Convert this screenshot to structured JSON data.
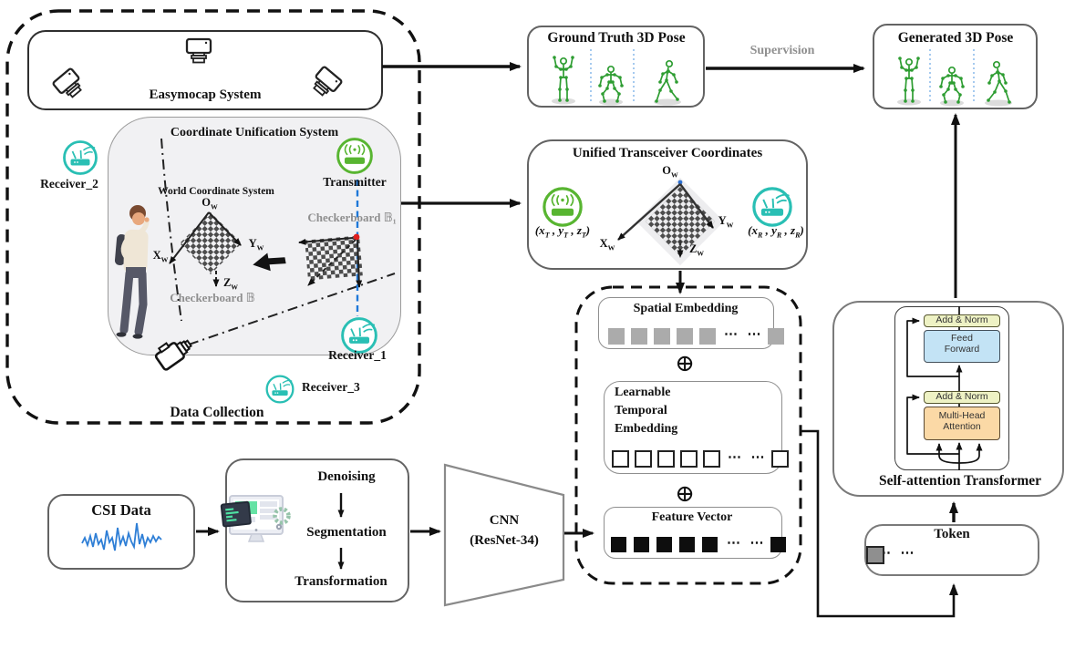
{
  "colors": {
    "teal": "#29bfb4",
    "green": "#58b531",
    "skeleton_green": "#2e9d32",
    "blue_line": "#1e78d8",
    "gray_text": "#8f8f8f",
    "add_norm_fill": "#eef2c4",
    "feed_forward_fill": "#c3e3f5",
    "attention_fill": "#fbd9a6"
  },
  "data_collection": {
    "label": "Data Collection",
    "easymocap_label": "Easymocap System",
    "cus_title": "Coordinate Unification System",
    "world_label": "World Coordinate System",
    "checkerboard_b": "Checkerboard 𝔹",
    "checkerboard_b1": "Checkerboard 𝔹₁",
    "transmitter_label": "Transmitter",
    "receiver1_label": "Receiver_1",
    "receiver2_label": "Receiver_2",
    "receiver3_label": "Receiver_3"
  },
  "axes": {
    "o": "O",
    "x": "X",
    "y": "Y",
    "z": "Z",
    "sub": "W"
  },
  "ground_truth": {
    "title": "Ground Truth 3D Pose"
  },
  "supervision_label": "Supervision",
  "generated": {
    "title": "Generated 3D Pose"
  },
  "unified": {
    "title": "Unified Transceiver Coordinates",
    "tx": {
      "p1": "(x",
      "p2": " , y",
      "p3": " , z",
      "p4": ")",
      "s": "T"
    },
    "rx": {
      "p1": "(x",
      "p2": " , y",
      "p3": " , z",
      "p4": ")",
      "s": "R"
    }
  },
  "embedding": {
    "spatial_title": "Spatial Embedding",
    "plus": "⊕",
    "temporal_lines": [
      "Learnable",
      "Temporal",
      "Embedding"
    ],
    "feature_title": "Feature Vector",
    "dots": "⋯  ⋯"
  },
  "transformer": {
    "title": "Self-attention Transformer",
    "add_norm": "Add & Norm",
    "feed_forward_l1": "Feed",
    "feed_forward_l2": "Forward",
    "mha_l1": "Multi-Head",
    "mha_l2": "Attention"
  },
  "token": {
    "title": "Token"
  },
  "pipeline": {
    "csi_title": "CSI Data",
    "denoising": "Denoising",
    "segmentation": "Segmentation",
    "transformation": "Transformation",
    "cnn_l1": "CNN",
    "cnn_l2": "(ResNet-34)"
  }
}
